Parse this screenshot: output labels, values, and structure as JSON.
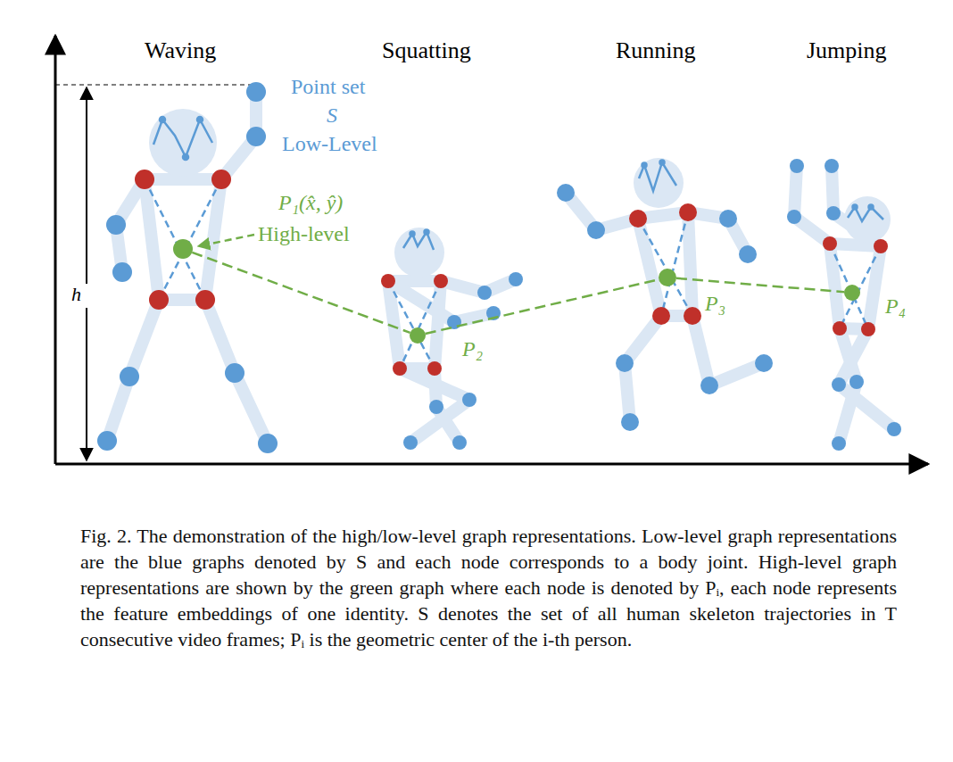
{
  "diagram": {
    "caption": "Fig. 2. The demonstration of the high/low-level graph representations. Low-level graph representations are the blue graphs denoted by S and each node corresponds to a body joint. High-level graph representations are shown by the green graph where each node is denoted by Pᵢ, each node represents the feature embeddings of one identity. S denotes the set of all human skeleton trajectories in T consecutive video frames; Pᵢ is the geometric center of the i-th person.",
    "nodes": [
      {
        "text": [
          "P₁(x̂, ŷ)"
        ]
      },
      {
        "text": [
          "P₂"
        ]
      },
      {
        "text": [
          "P₃"
        ]
      },
      {
        "text": [
          "P₄"
        ]
      }
    ],
    "edges": [
      {
        "from": 0,
        "to": 1,
        "arrow": "none"
      },
      {
        "from": 1,
        "to": 2,
        "arrow": "none"
      },
      {
        "from": 2,
        "to": 3,
        "arrow": "none"
      }
    ],
    "labels": [
      "Waving",
      "Squatting",
      "Running",
      "Jumping",
      "Point set",
      "S",
      "Low-Level",
      "High-level",
      "h"
    ]
  }
}
